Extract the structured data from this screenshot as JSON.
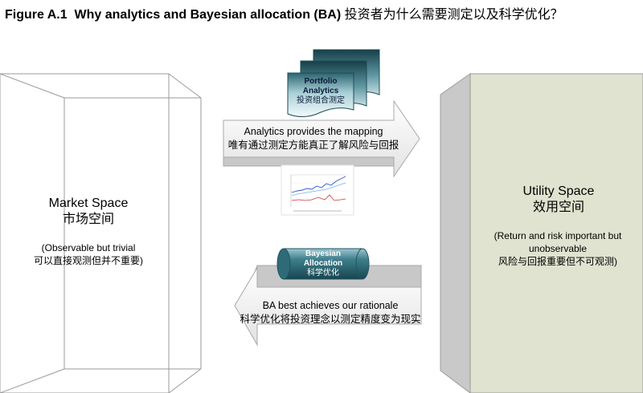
{
  "title": {
    "figure": "Figure A.1",
    "english": "Why analytics and Bayesian allocation (BA)",
    "chinese": "投资者为什么需要测定以及科学优化？"
  },
  "market": {
    "title_en": "Market Space",
    "title_cn": "市场空间",
    "note_en": "(Observable but trivial",
    "note_cn": "可以直接观测但并不重要)"
  },
  "utility": {
    "title_en": "Utility Space",
    "title_cn": "效用空间",
    "note_en": "(Return and risk important but unobservable",
    "note_cn": "风险与回报重要但不可观测)"
  },
  "analytics": {
    "doc_line1": "Portfolio",
    "doc_line2": "Analytics",
    "doc_cn": "投资组合测定",
    "arrow_en": "Analytics provides the mapping",
    "arrow_cn": "唯有通过测定方能真正了解风险与回报"
  },
  "bayesian": {
    "cyl_line1": "Bayesian",
    "cyl_line2": "Allocation",
    "cyl_cn": "科学优化",
    "arrow_en": "BA best achieves our rationale",
    "arrow_cn": "科学优化将投资理念以测定精度变为现实"
  },
  "colors": {
    "utility_face": "#dfe3cf",
    "side_gray": "#c9c9c9",
    "teal_dark": "#1f5560",
    "teal_light": "#d7ebef"
  }
}
